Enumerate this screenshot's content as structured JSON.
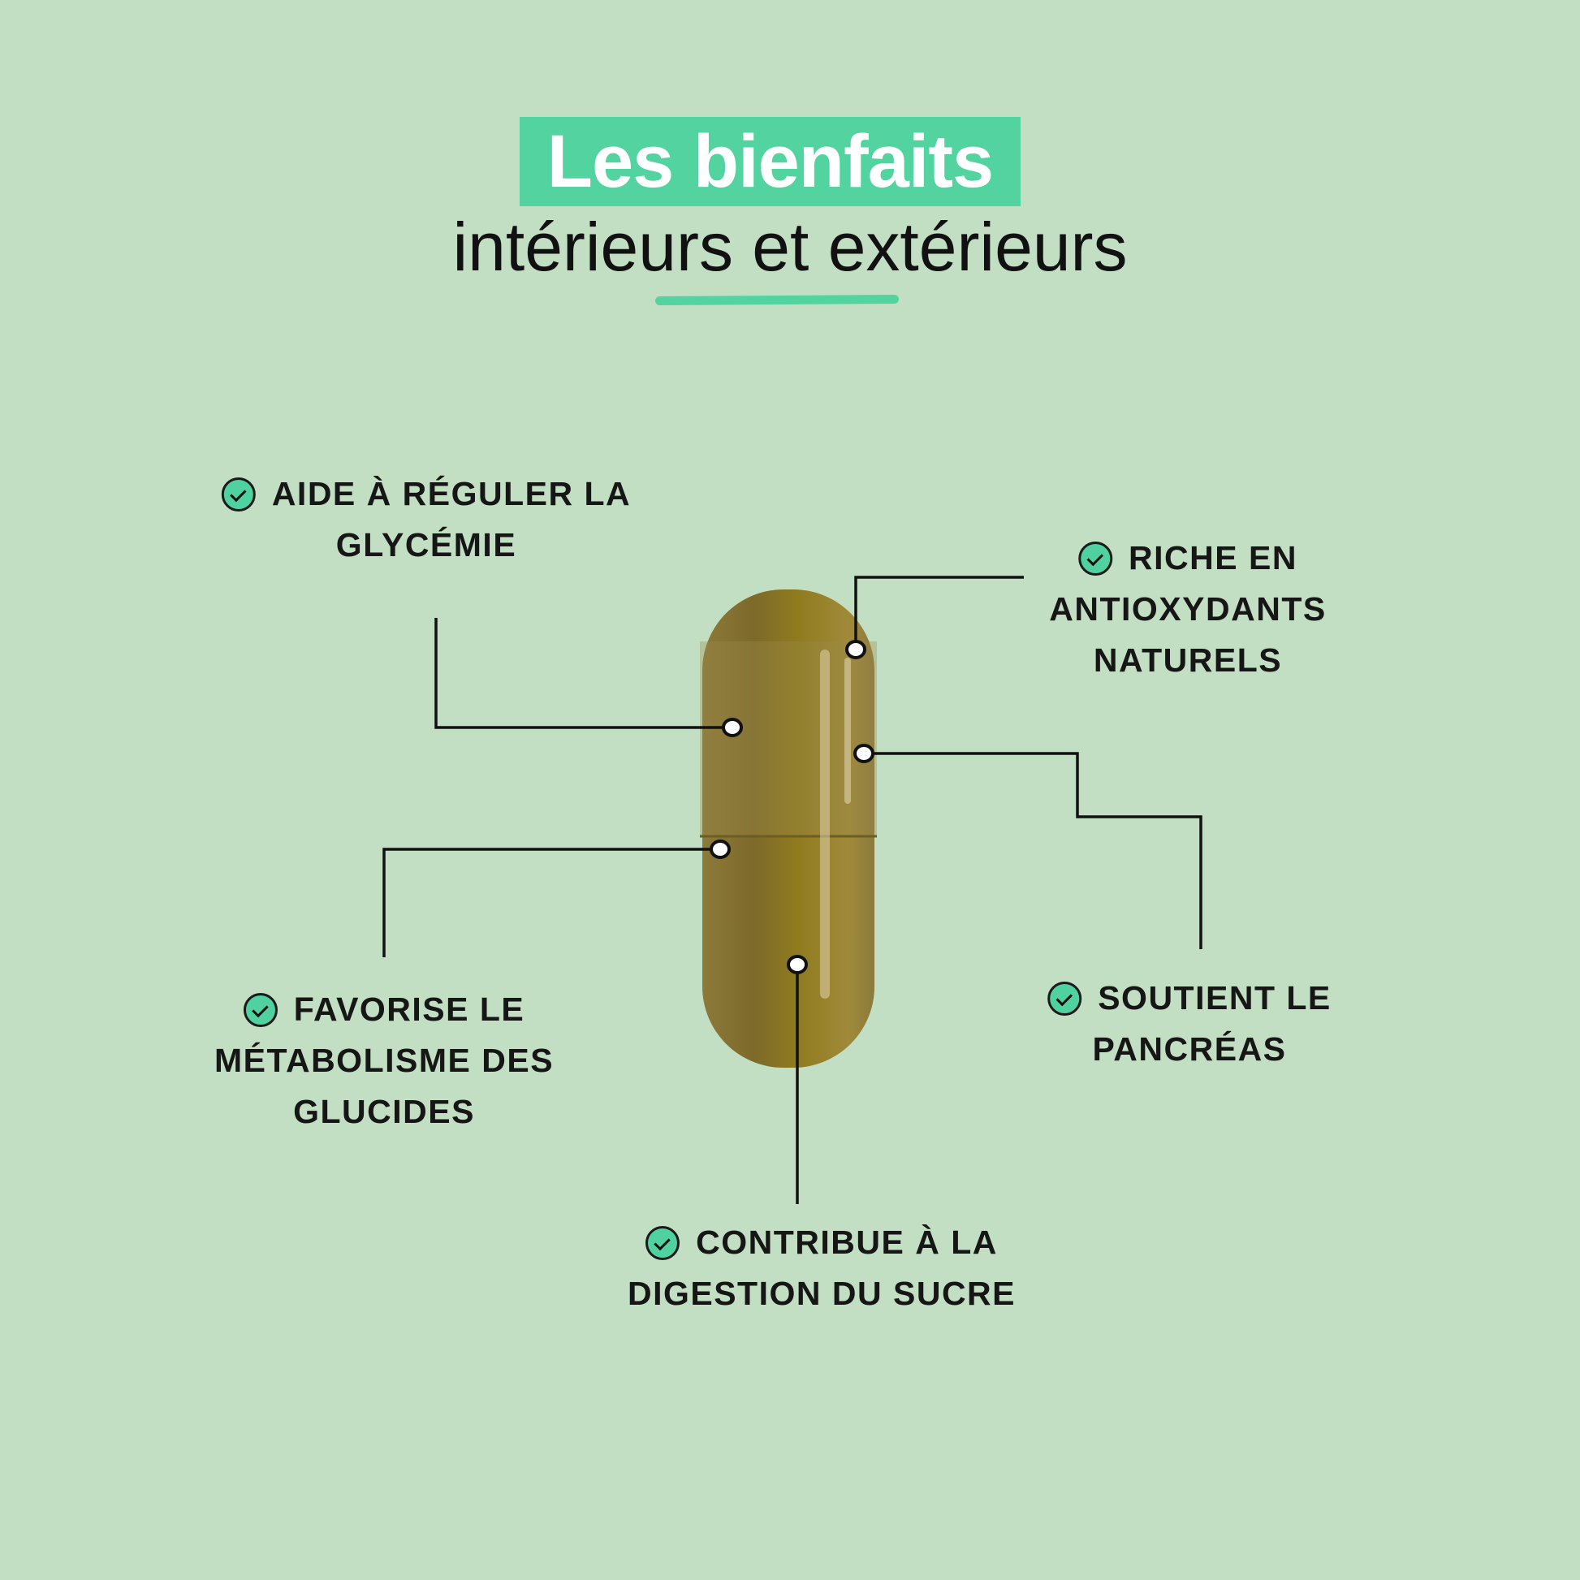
{
  "header": {
    "title": "Les bienfaits",
    "subtitle": "intérieurs et extérieurs"
  },
  "benefits": [
    {
      "icon": "check-circle-icon",
      "lines": [
        "AIDE À RÉGULER LA",
        "GLYCÉMIE"
      ]
    },
    {
      "icon": "check-circle-icon",
      "lines": [
        "RICHE EN",
        "ANTIOXYDANTS",
        "NATURELS"
      ]
    },
    {
      "icon": "check-circle-icon",
      "lines": [
        "SOUTIENT LE",
        "PANCRÉAS"
      ]
    },
    {
      "icon": "check-circle-icon",
      "lines": [
        "FAVORISE LE",
        "MÉTABOLISME DES",
        "GLUCIDES"
      ]
    },
    {
      "icon": "check-circle-icon",
      "lines": [
        "CONTRIBUE À LA",
        "DIGESTION DU SUCRE"
      ]
    }
  ],
  "colors": {
    "background": "#c3dfc3",
    "accent": "#52d3a0",
    "text": "#161616"
  }
}
